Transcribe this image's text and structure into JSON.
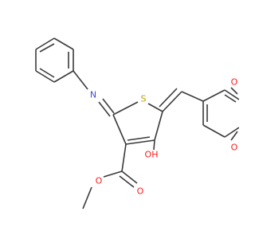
{
  "atoms": [
    {
      "id": "S1",
      "label": "S"
    },
    {
      "id": "N1",
      "label": "N"
    },
    {
      "id": "OH",
      "label": "OH"
    },
    {
      "id": "O1",
      "label": "O"
    },
    {
      "id": "O2",
      "label": "O"
    },
    {
      "id": "O3",
      "label": "O"
    },
    {
      "id": "O4",
      "label": "O"
    }
  ],
  "colors": {
    "bond": "#3a3a3a",
    "sulfur": "#b8a400",
    "nitrogen": "#3a4ddb",
    "oxygen": "#ff1a1a"
  }
}
